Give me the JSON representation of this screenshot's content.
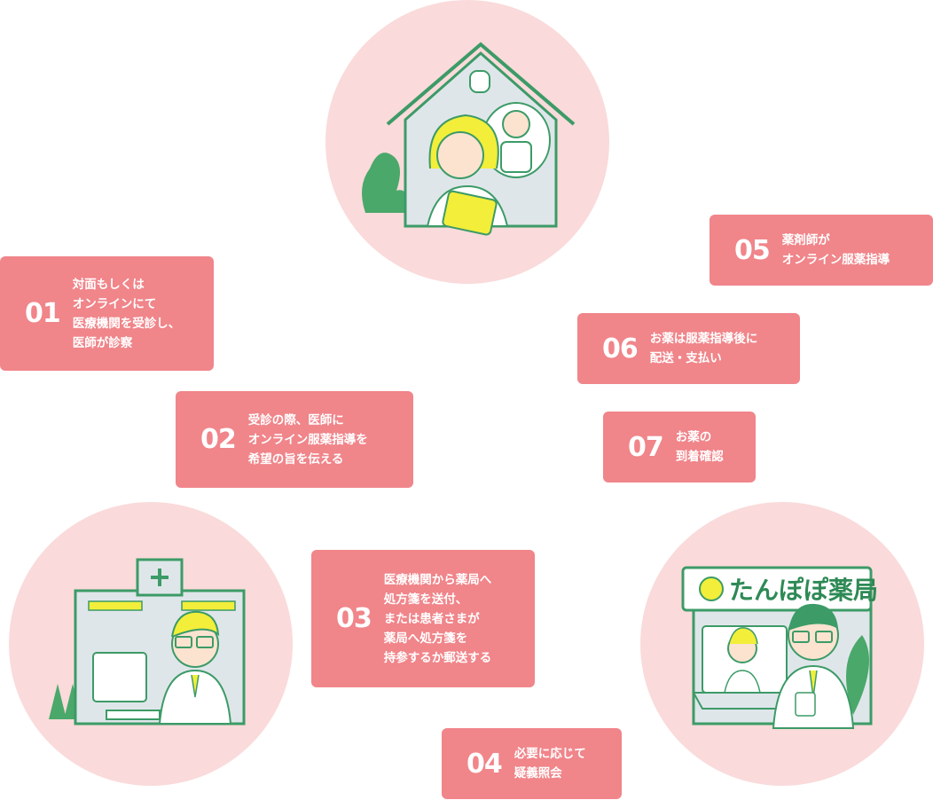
{
  "steps": [
    {
      "num": "01",
      "text": "対面もしくは\nオンラインにて\n医療機関を受診し、\n医師が診察"
    },
    {
      "num": "02",
      "text": "受診の際、医師に\nオンライン服薬指導を\n希望の旨を伝える"
    },
    {
      "num": "03",
      "text": "医療機関から薬局へ\n処方箋を送付、\nまたは患者さまが\n薬局へ処方箋を\n持参するか郵送する"
    },
    {
      "num": "04",
      "text": "必要に応じて\n疑義照会"
    },
    {
      "num": "05",
      "text": "薬剤師が\nオンライン服薬指導"
    },
    {
      "num": "06",
      "text": "お薬は服薬指導後に\n配送・支払い"
    },
    {
      "num": "07",
      "text": "お薬の\n到着確認"
    }
  ],
  "pharmacy_sign": "たんぽぽ薬局",
  "colors": {
    "circle": "#fadada",
    "box": "#f0858a",
    "green": "#4aa86a",
    "yellow": "#f2ee3a"
  },
  "icons": [
    "house-icon",
    "hospital-icon",
    "pharmacy-icon"
  ]
}
